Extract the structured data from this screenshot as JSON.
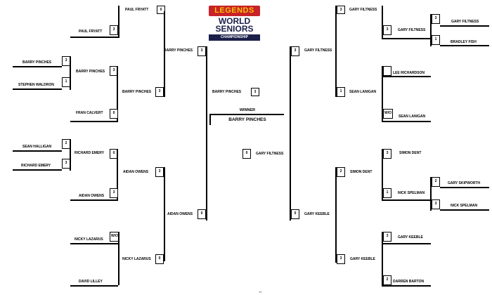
{
  "logo": {
    "line1": "LEGENDS",
    "line2": "WORLD",
    "line3": "SENIORS",
    "line4": "CHAMPIONSHIP",
    "colors": {
      "red": "#c8222a",
      "gold": "#f5c000",
      "navy": "#1b1f4a"
    }
  },
  "winner": {
    "label": "WINNER",
    "name": "BARRY PINCHES"
  },
  "page_number": "10",
  "left": {
    "r1": [
      {
        "p1": "BARRY PINCHES",
        "s1": "3",
        "p2": "STEPHEN WALDRON",
        "s2": "1"
      },
      {
        "p1": "SEAN HALLIGAN",
        "s1": "2",
        "p2": "RICHARD EMERY",
        "s2": "3"
      }
    ],
    "r2": [
      {
        "p1": "PAUL FRYATT",
        "s1": "0",
        "p2": "PAUL FRYATT",
        "s2": "3"
      },
      {
        "p1": "BARRY PINCHES",
        "s1": "3",
        "p2": "FRAN CALVERT",
        "s2": "0"
      },
      {
        "p1": "RICHARD EMERY",
        "s1": "0",
        "p2": "AIDAN OWENS",
        "s2": "3"
      },
      {
        "p1": "NICKY LAZARUS",
        "s1": "W/O",
        "p2": "DAVID LILLEY",
        "s2": ""
      }
    ],
    "r3": [
      {
        "p1": "BARRY PINCHES",
        "s1": "3",
        "p2": "BARRY PINCHES",
        "s2": "3"
      },
      {
        "p1": "AIDAN OWENS",
        "s1": "3",
        "p2": "NICKY LAZARUS",
        "s2": "0"
      }
    ],
    "r4": [
      {
        "p1": "BARRY PINCHES",
        "s1": "3",
        "p2": "AIDAN OWENS",
        "s2": "0"
      }
    ],
    "final": {
      "name": "BARRY PINCHES",
      "score": "3"
    }
  },
  "right": {
    "r1": [
      {
        "p1": "GARY FILTNESS",
        "s1": "3",
        "p2": "BRADLEY FISH",
        "s2": "1"
      },
      {
        "p1": "GARY SKIPWORTH",
        "s1": "2",
        "p2": "NICK SPELMAN",
        "s2": "3"
      }
    ],
    "r2": [
      {
        "p1": "GARY FILTNESS",
        "s1": "3",
        "p2": "GARY FILTNESS",
        "s2": "3"
      },
      {
        "p1": "LEE RICHARDSON",
        "s1": "",
        "p2": "SEAN LANIGAN",
        "s2": "W/O"
      },
      {
        "p1": "SIMON DENT",
        "s1": "3",
        "p2": "NICK SPELMAN",
        "s2": "1"
      },
      {
        "p1": "GARY KEEBLE",
        "s1": "3",
        "p2": "DARREN BARTON",
        "s2": "2"
      }
    ],
    "r3": [
      {
        "p1": "GARY FILTNESS",
        "s1": "3",
        "p2": "SEAN LANIGAN",
        "s2": "1"
      },
      {
        "p1": "SIMON DENT",
        "s1": "2",
        "p2": "GARY KEEBLE",
        "s2": "3"
      }
    ],
    "r4": [
      {
        "p1": "GARY FILTNESS",
        "s1": "3",
        "p2": "GARY KEEBLE",
        "s2": "0"
      }
    ],
    "final": {
      "name": "GARY FILTNESS",
      "score": "0"
    }
  }
}
